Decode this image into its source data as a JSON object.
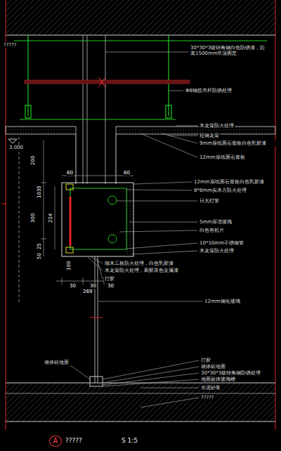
{
  "diagram": {
    "labels": [
      "?????",
      "3.000",
      "30*30*3镀锌角钢白色防锈漆，距离1500mm吊顶固定",
      "Φ8钢筋吊杆防锈处理",
      "木龙骨防火处理",
      "轻钢龙骨",
      "9mm厚纸面石膏板白色乳胶漆",
      "12mm厚纸面石膏板",
      "12mm厚纸面石膏板白色乳胶漆",
      "8*8mm实木方防火处理",
      "日光灯管",
      "5mm厚清玻璃",
      "白色有机片",
      "10*10mm不锈钢管",
      "木龙骨防火处理",
      "细木工板防火处理，白色乳胶漆",
      "木龙骨防火处理，刷胶灰色金属漆",
      "打胶",
      "12mm钢化玻璃",
      "打胶",
      "墙体砖地面",
      "30*30*3镀锌角钢防锈处理",
      "地面嵌体玻璃槽",
      "水泥砂浆",
      "?????",
      "墙体砖地面",
      "200",
      "60",
      "60",
      "1035",
      "300",
      "214",
      "25",
      "50",
      "100",
      "30",
      "30",
      "30",
      "269",
      "A",
      "?????",
      "S 1:5"
    ]
  }
}
